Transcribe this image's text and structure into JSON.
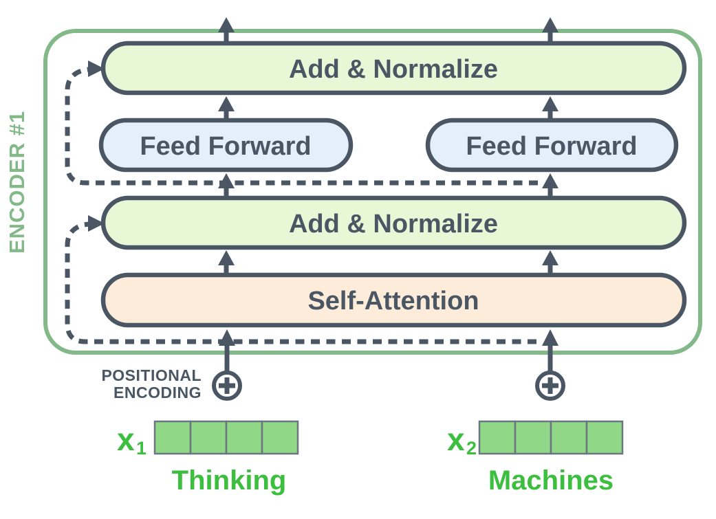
{
  "colors": {
    "outline_dark": "#4a5663",
    "encoder_border_green": "#83b889",
    "add_normalize_fill": "#e8f8d6",
    "feed_forward_fill": "#e3effb",
    "self_attention_fill": "#fdecd9",
    "vector_fill": "#90d787",
    "vector_border": "#6b7680",
    "token_text_green": "#3cbe3e",
    "background": "#ffffff"
  },
  "encoder": {
    "label": "ENCODER #1",
    "blocks": {
      "add_normalize_top": "Add & Normalize",
      "feed_forward_left": "Feed Forward",
      "feed_forward_right": "Feed Forward",
      "add_normalize_bottom": "Add & Normalize",
      "self_attention": "Self-Attention"
    }
  },
  "positional_encoding": {
    "line1": "POSITIONAL",
    "line2": "ENCODING",
    "symbol": "+"
  },
  "tokens": [
    {
      "base": "x",
      "sub": "1",
      "word": "Thinking",
      "cells": 4
    },
    {
      "base": "x",
      "sub": "2",
      "word": "Machines",
      "cells": 4
    }
  ]
}
